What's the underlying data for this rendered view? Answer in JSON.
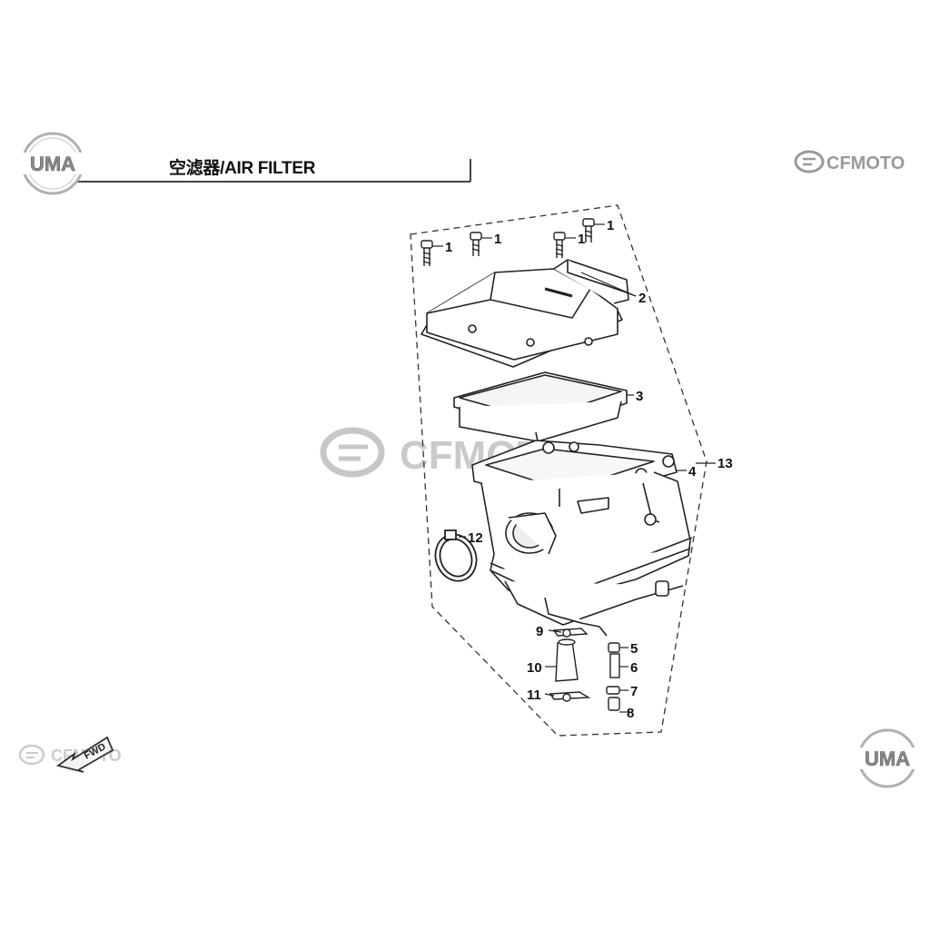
{
  "header": {
    "title": "空滤器/AIR FILTER",
    "logo_left": "UMA",
    "logo_right": "CFMOTO"
  },
  "watermarks": {
    "center": "CFMOTO",
    "bottom_left": "CFMOTO",
    "bottom_right": "UMA"
  },
  "fwd_label": "FWD",
  "callouts": [
    "1",
    "1",
    "1",
    "1",
    "2",
    "3",
    "4",
    "13",
    "12",
    "9",
    "5",
    "10",
    "6",
    "11",
    "7",
    "8"
  ],
  "colors": {
    "line": "#222222",
    "watermark": "#c8c8c8",
    "logo_ring": "#9a9a9a"
  }
}
